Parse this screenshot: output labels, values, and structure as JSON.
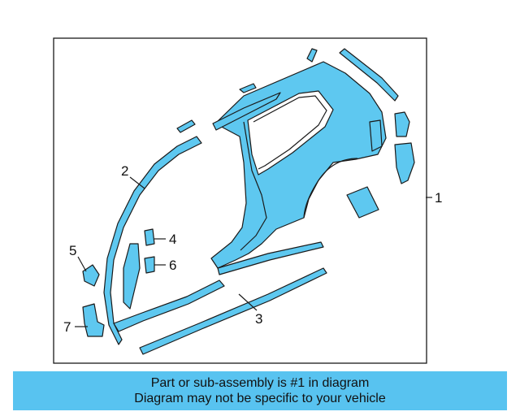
{
  "diagram": {
    "callouts": {
      "c1": "1",
      "c2": "2",
      "c3": "3",
      "c4": "4",
      "c5": "5",
      "c6": "6",
      "c7": "7"
    },
    "part_color": "#5ec8f0",
    "outline_color": "#1a1a1a"
  },
  "banner": {
    "line1": "Part or sub-assembly is #1 in diagram",
    "line2": "Diagram may not be specific to your vehicle",
    "background": "#58c3f0"
  }
}
